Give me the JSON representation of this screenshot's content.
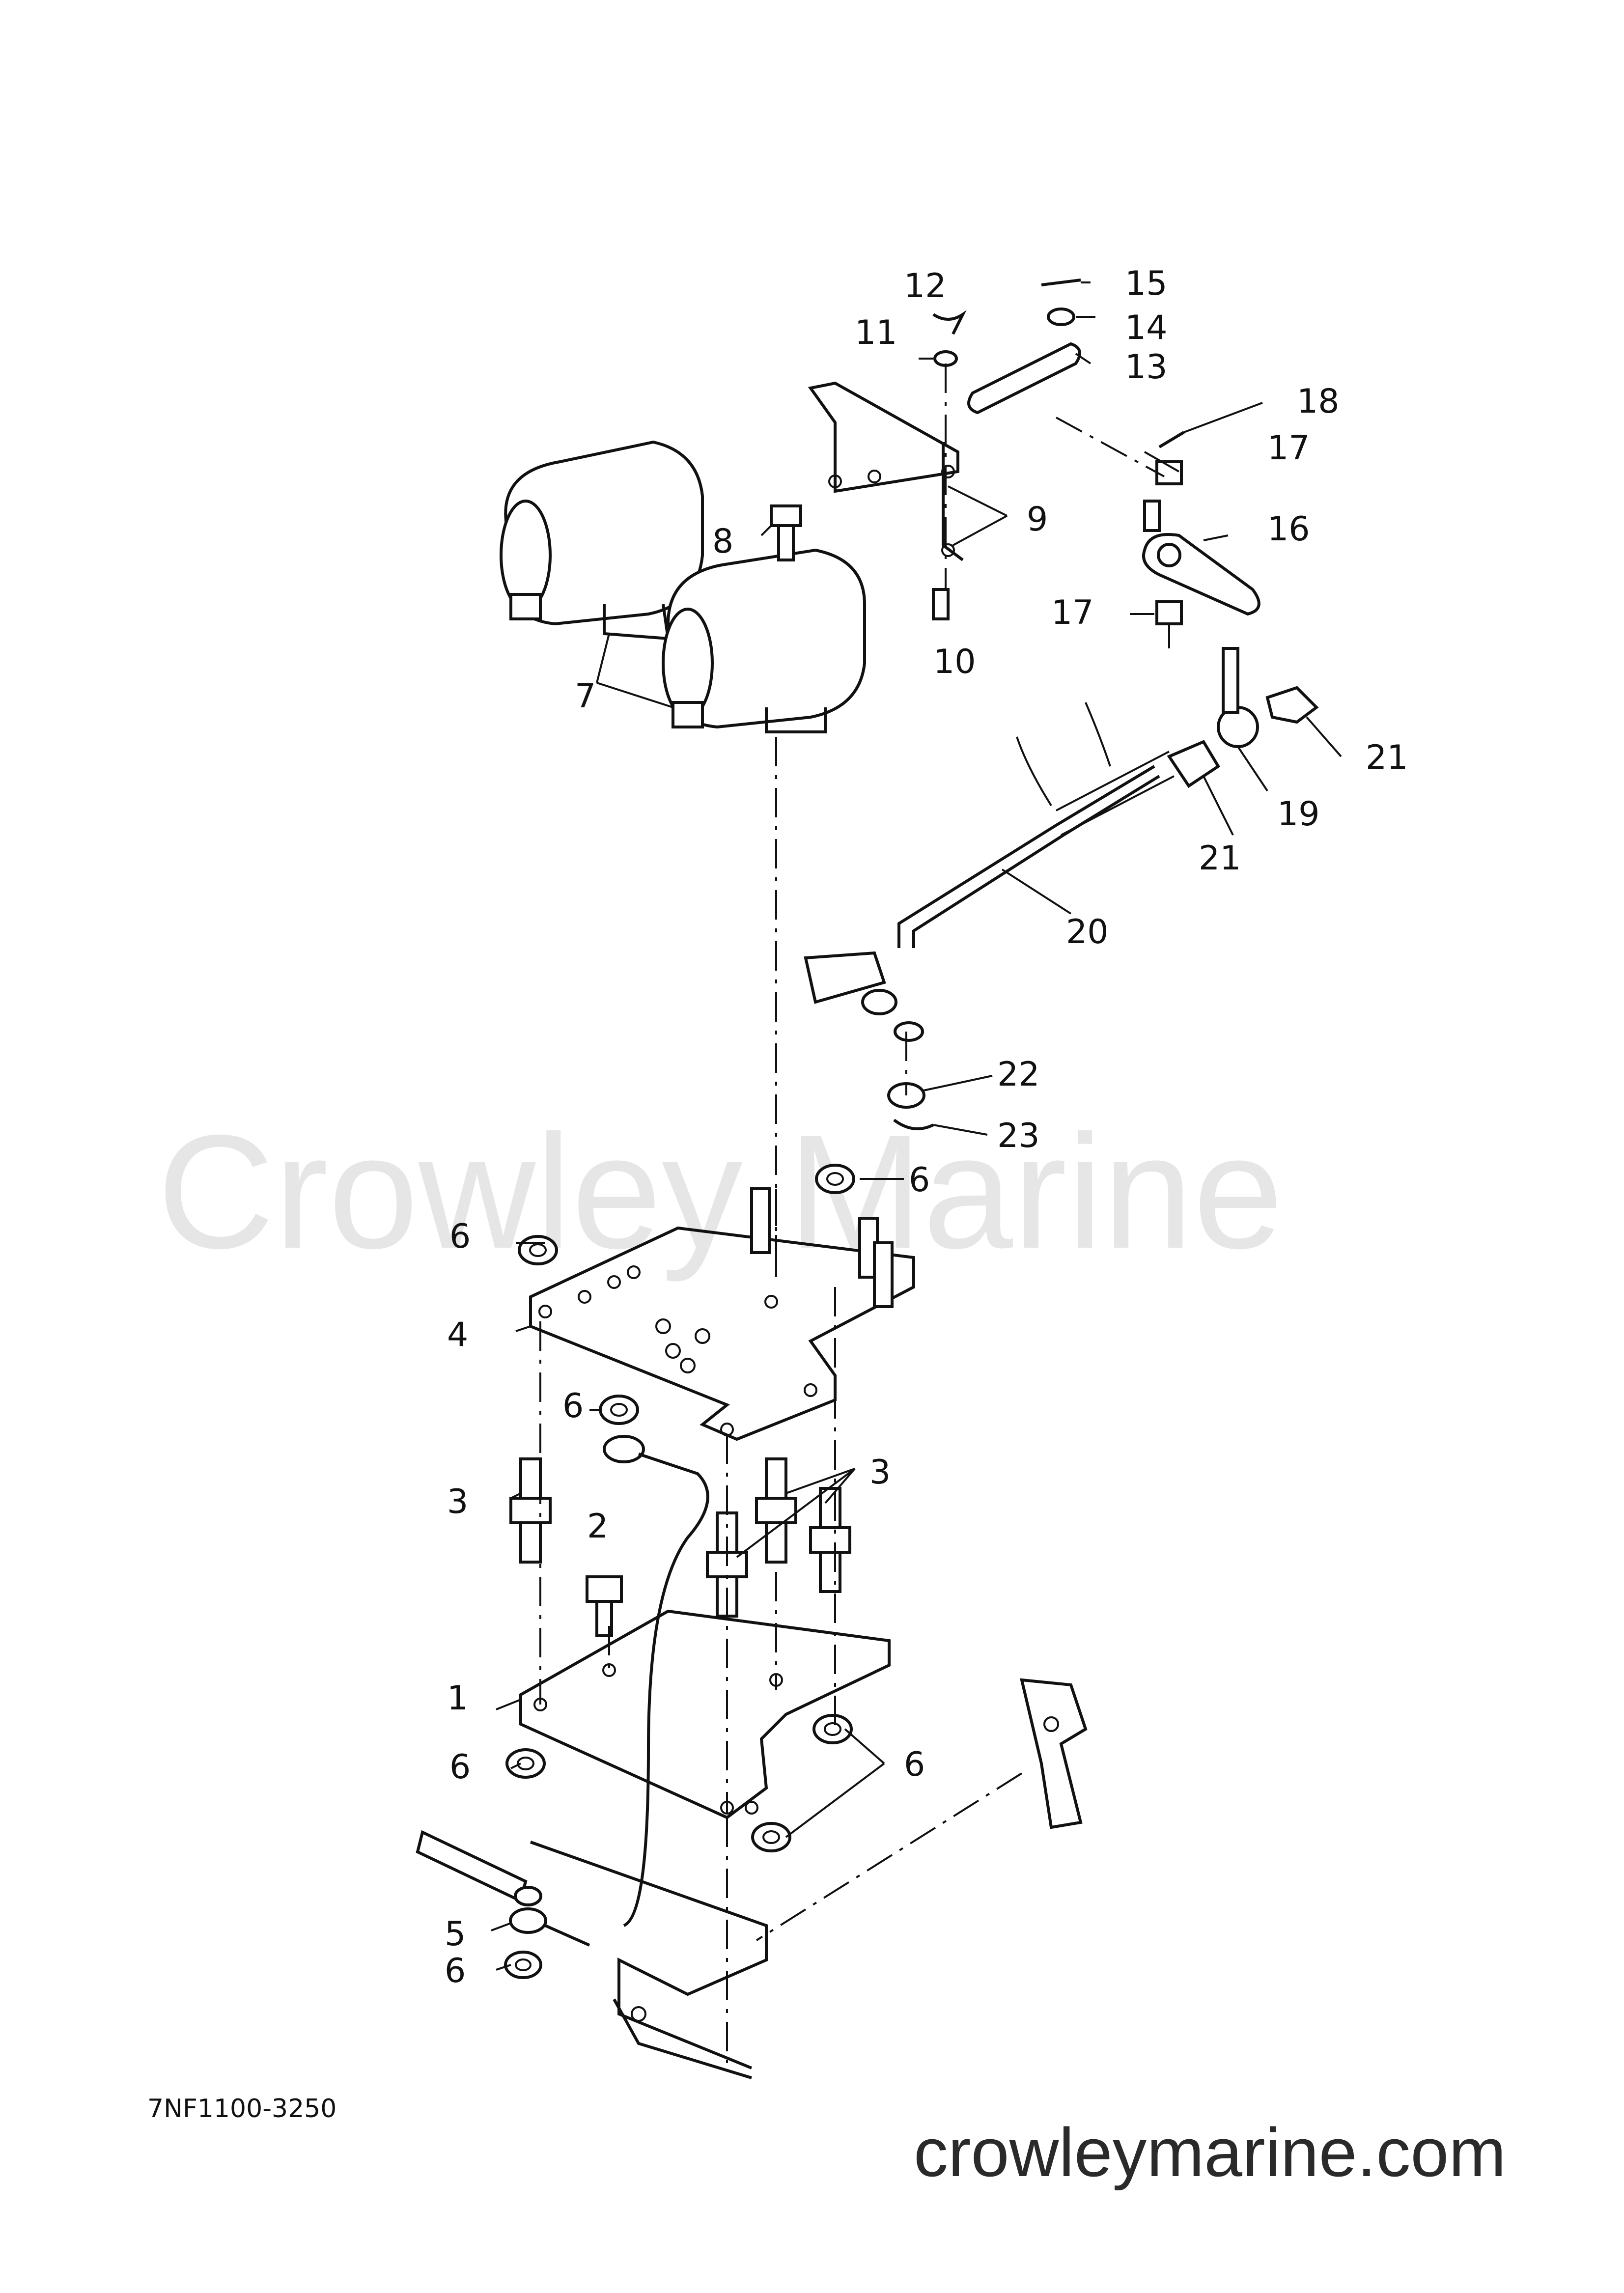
{
  "diagram": {
    "diagram_code": "7NF1100-3250",
    "watermark": "Crowley Marine",
    "website": "crowleymarine.com",
    "callouts": [
      "1",
      "2",
      "3",
      "3",
      "4",
      "5",
      "6",
      "6",
      "6",
      "6",
      "6",
      "6",
      "7",
      "8",
      "9",
      "10",
      "11",
      "12",
      "13",
      "14",
      "15",
      "16",
      "17",
      "17",
      "18",
      "19",
      "20",
      "21",
      "21",
      "22",
      "23"
    ]
  }
}
